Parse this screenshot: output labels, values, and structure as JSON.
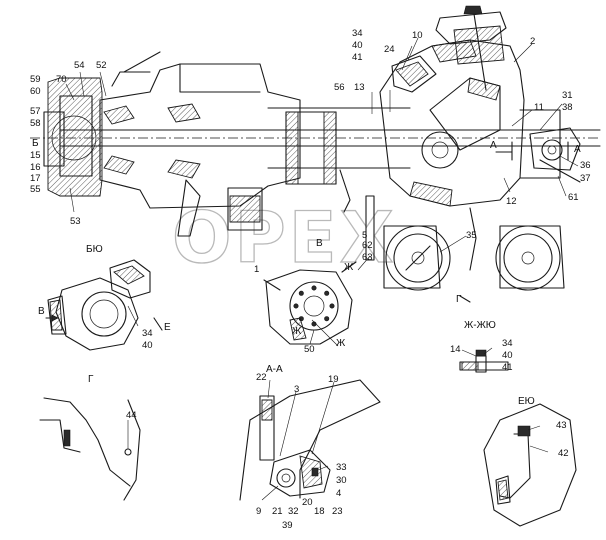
{
  "watermark": "OPEX",
  "labels": [
    {
      "id": "59",
      "text": "59"
    },
    {
      "id": "60",
      "text": "60"
    },
    {
      "id": "70",
      "text": "70"
    },
    {
      "id": "54",
      "text": "54"
    },
    {
      "id": "52",
      "text": "52"
    },
    {
      "id": "57",
      "text": "57"
    },
    {
      "id": "58",
      "text": "58"
    },
    {
      "id": "B",
      "text": "Б"
    },
    {
      "id": "15",
      "text": "15"
    },
    {
      "id": "16",
      "text": "16"
    },
    {
      "id": "17",
      "text": "17"
    },
    {
      "id": "55",
      "text": "55"
    },
    {
      "id": "53",
      "text": "53"
    },
    {
      "id": "34a",
      "text": "34"
    },
    {
      "id": "40a",
      "text": "40"
    },
    {
      "id": "41a",
      "text": "41"
    },
    {
      "id": "10",
      "text": "10"
    },
    {
      "id": "24",
      "text": "24"
    },
    {
      "id": "2",
      "text": "2"
    },
    {
      "id": "56",
      "text": "56"
    },
    {
      "id": "13",
      "text": "13"
    },
    {
      "id": "31",
      "text": "31"
    },
    {
      "id": "38",
      "text": "38"
    },
    {
      "id": "11",
      "text": "11"
    },
    {
      "id": "A1",
      "text": "А"
    },
    {
      "id": "A2",
      "text": "А"
    },
    {
      "id": "36",
      "text": "36"
    },
    {
      "id": "37",
      "text": "37"
    },
    {
      "id": "61",
      "text": "61"
    },
    {
      "id": "12",
      "text": "12"
    },
    {
      "id": "35",
      "text": "35"
    },
    {
      "id": "5",
      "text": "5"
    },
    {
      "id": "62",
      "text": "62"
    },
    {
      "id": "63",
      "text": "63"
    },
    {
      "id": "V",
      "text": "В"
    },
    {
      "id": "1",
      "text": "1"
    },
    {
      "id": "Zh1",
      "text": "Ж"
    },
    {
      "id": "Zh2",
      "text": "Ж"
    },
    {
      "id": "Zh3",
      "text": "Ж"
    },
    {
      "id": "50",
      "text": "50"
    },
    {
      "id": "G1",
      "text": "Г"
    },
    {
      "id": "BYu",
      "text": "БЮ"
    },
    {
      "id": "V2",
      "text": "В"
    },
    {
      "id": "34b",
      "text": "34"
    },
    {
      "id": "40b",
      "text": "40"
    },
    {
      "id": "E1",
      "text": "Е"
    },
    {
      "id": "ZhZhYu",
      "text": "Ж-ЖЮ"
    },
    {
      "id": "14",
      "text": "14"
    },
    {
      "id": "34c",
      "text": "34"
    },
    {
      "id": "40c",
      "text": "40"
    },
    {
      "id": "41c",
      "text": "41"
    },
    {
      "id": "G2",
      "text": "Г"
    },
    {
      "id": "44",
      "text": "44"
    },
    {
      "id": "AA",
      "text": "А-А"
    },
    {
      "id": "22",
      "text": "22"
    },
    {
      "id": "3",
      "text": "3"
    },
    {
      "id": "19",
      "text": "19"
    },
    {
      "id": "33",
      "text": "33"
    },
    {
      "id": "30",
      "text": "30"
    },
    {
      "id": "4",
      "text": "4"
    },
    {
      "id": "9",
      "text": "9"
    },
    {
      "id": "21",
      "text": "21"
    },
    {
      "id": "32",
      "text": "32"
    },
    {
      "id": "20",
      "text": "20"
    },
    {
      "id": "18",
      "text": "18"
    },
    {
      "id": "23",
      "text": "23"
    },
    {
      "id": "39",
      "text": "39"
    },
    {
      "id": "EYu",
      "text": "ЕЮ"
    },
    {
      "id": "43",
      "text": "43"
    },
    {
      "id": "42",
      "text": "42"
    }
  ]
}
